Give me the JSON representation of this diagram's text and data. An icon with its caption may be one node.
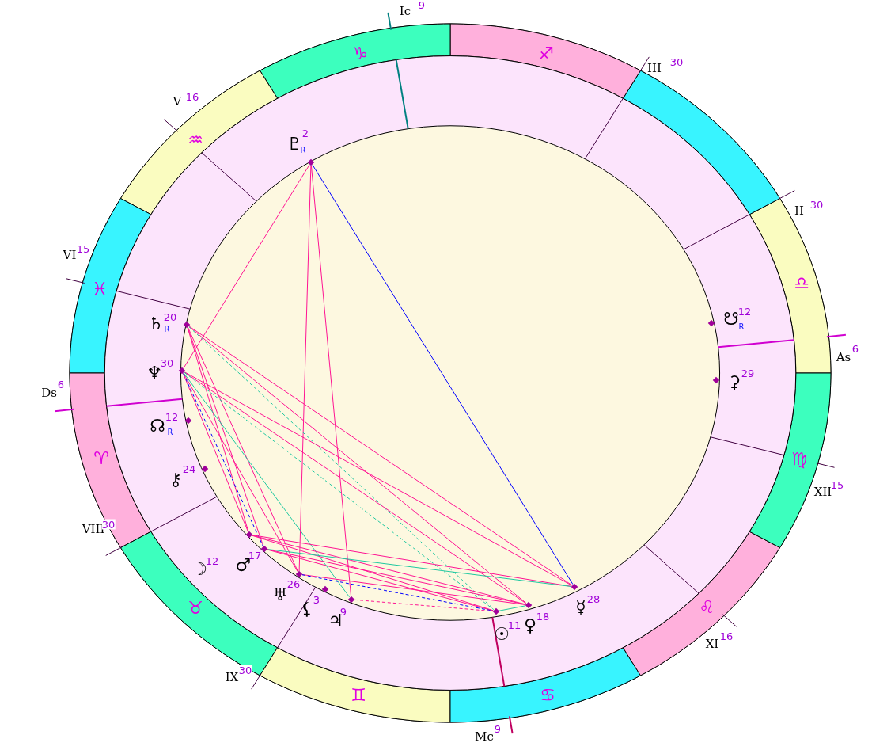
{
  "diagram": {
    "nodes": [
      {
        "text": [],
        "shape": "diamond",
        "beside": [
          "♇",
          "2",
          "R"
        ]
      },
      {
        "text": [],
        "shape": "diamond",
        "beside": [
          "♄",
          "20",
          "R"
        ]
      },
      {
        "text": [],
        "shape": "diamond",
        "beside": [
          "♆",
          "30"
        ]
      },
      {
        "text": [],
        "shape": "diamond",
        "beside": [
          "☊",
          "12",
          "R"
        ]
      },
      {
        "text": [],
        "shape": "diamond",
        "beside": [
          "⚷",
          "24"
        ]
      },
      {
        "text": [],
        "shape": "diamond",
        "beside": [
          "☽",
          "12"
        ]
      },
      {
        "text": [],
        "shape": "diamond",
        "beside": [
          "♂",
          "17"
        ]
      },
      {
        "text": [],
        "shape": "diamond",
        "beside": [
          "♅",
          "26"
        ]
      },
      {
        "text": [],
        "shape": "diamond",
        "beside": [
          "⚸",
          "3"
        ]
      },
      {
        "text": [],
        "shape": "diamond",
        "beside": [
          "♃",
          "9"
        ]
      },
      {
        "text": [],
        "shape": "diamond",
        "beside": [
          "☉",
          "11"
        ]
      },
      {
        "text": [],
        "shape": "diamond",
        "beside": [
          "♀",
          "18"
        ]
      },
      {
        "text": [],
        "shape": "diamond",
        "beside": [
          "☿",
          "28"
        ]
      },
      {
        "text": [],
        "shape": "diamond",
        "beside": [
          "⚳",
          "29"
        ]
      },
      {
        "text": [],
        "shape": "diamond",
        "beside": [
          "☋",
          "12",
          "R"
        ]
      }
    ],
    "edges": [
      {
        "from": 0,
        "to": 12,
        "arrow": "none",
        "color": "#0000ff"
      },
      {
        "from": 0,
        "to": 2,
        "arrow": "none"
      },
      {
        "from": 0,
        "to": 7,
        "arrow": "none"
      },
      {
        "from": 0,
        "to": 9,
        "arrow": "none"
      },
      {
        "from": 1,
        "to": 12,
        "arrow": "none"
      },
      {
        "from": 1,
        "to": 11,
        "arrow": "none"
      },
      {
        "from": 1,
        "to": 5,
        "arrow": "none"
      },
      {
        "from": 1,
        "to": 6,
        "arrow": "none"
      },
      {
        "from": 1,
        "to": 7,
        "arrow": "none"
      },
      {
        "from": 1,
        "to": 10,
        "arrow": "none",
        "style": "dashed",
        "color": "#20c8a0"
      },
      {
        "from": 2,
        "to": 12,
        "arrow": "none"
      },
      {
        "from": 2,
        "to": 11,
        "arrow": "none"
      },
      {
        "from": 2,
        "to": 5,
        "arrow": "none"
      },
      {
        "from": 2,
        "to": 7,
        "arrow": "none"
      },
      {
        "from": 2,
        "to": 9,
        "arrow": "none",
        "color": "#20c8a0"
      },
      {
        "from": 2,
        "to": 6,
        "arrow": "none",
        "style": "dashed",
        "color": "#0000ff"
      },
      {
        "from": 2,
        "to": 10,
        "arrow": "none",
        "style": "dashed",
        "color": "#20c8a0"
      },
      {
        "from": 5,
        "to": 12,
        "arrow": "none"
      },
      {
        "from": 5,
        "to": 11,
        "arrow": "none"
      },
      {
        "from": 5,
        "to": 10,
        "arrow": "none"
      },
      {
        "from": 6,
        "to": 12,
        "arrow": "none",
        "color": "#20c8a0"
      },
      {
        "from": 6,
        "to": 11,
        "arrow": "none"
      },
      {
        "from": 6,
        "to": 10,
        "arrow": "none"
      },
      {
        "from": 7,
        "to": 11,
        "arrow": "none"
      },
      {
        "from": 7,
        "to": 10,
        "arrow": "none",
        "style": "dashed",
        "color": "#0000ff"
      },
      {
        "from": 9,
        "to": 10,
        "arrow": "none",
        "style": "dashed"
      },
      {
        "from": 10,
        "to": 11,
        "arrow": "none",
        "color": "#20c8a0"
      }
    ],
    "labels": [
      "Ic",
      "9",
      "♑",
      "♐",
      "III",
      "30",
      "V",
      "16",
      "♒",
      "II",
      "30",
      "VI",
      "15",
      "♓",
      "♎",
      "As",
      "6",
      "Ds",
      "6",
      "♈",
      "♍",
      "XII",
      "15",
      "VIII",
      "30",
      "♉",
      "♌",
      "XI",
      "16",
      "IX",
      "30",
      "♊",
      "♋",
      "Mc",
      "9"
    ]
  }
}
